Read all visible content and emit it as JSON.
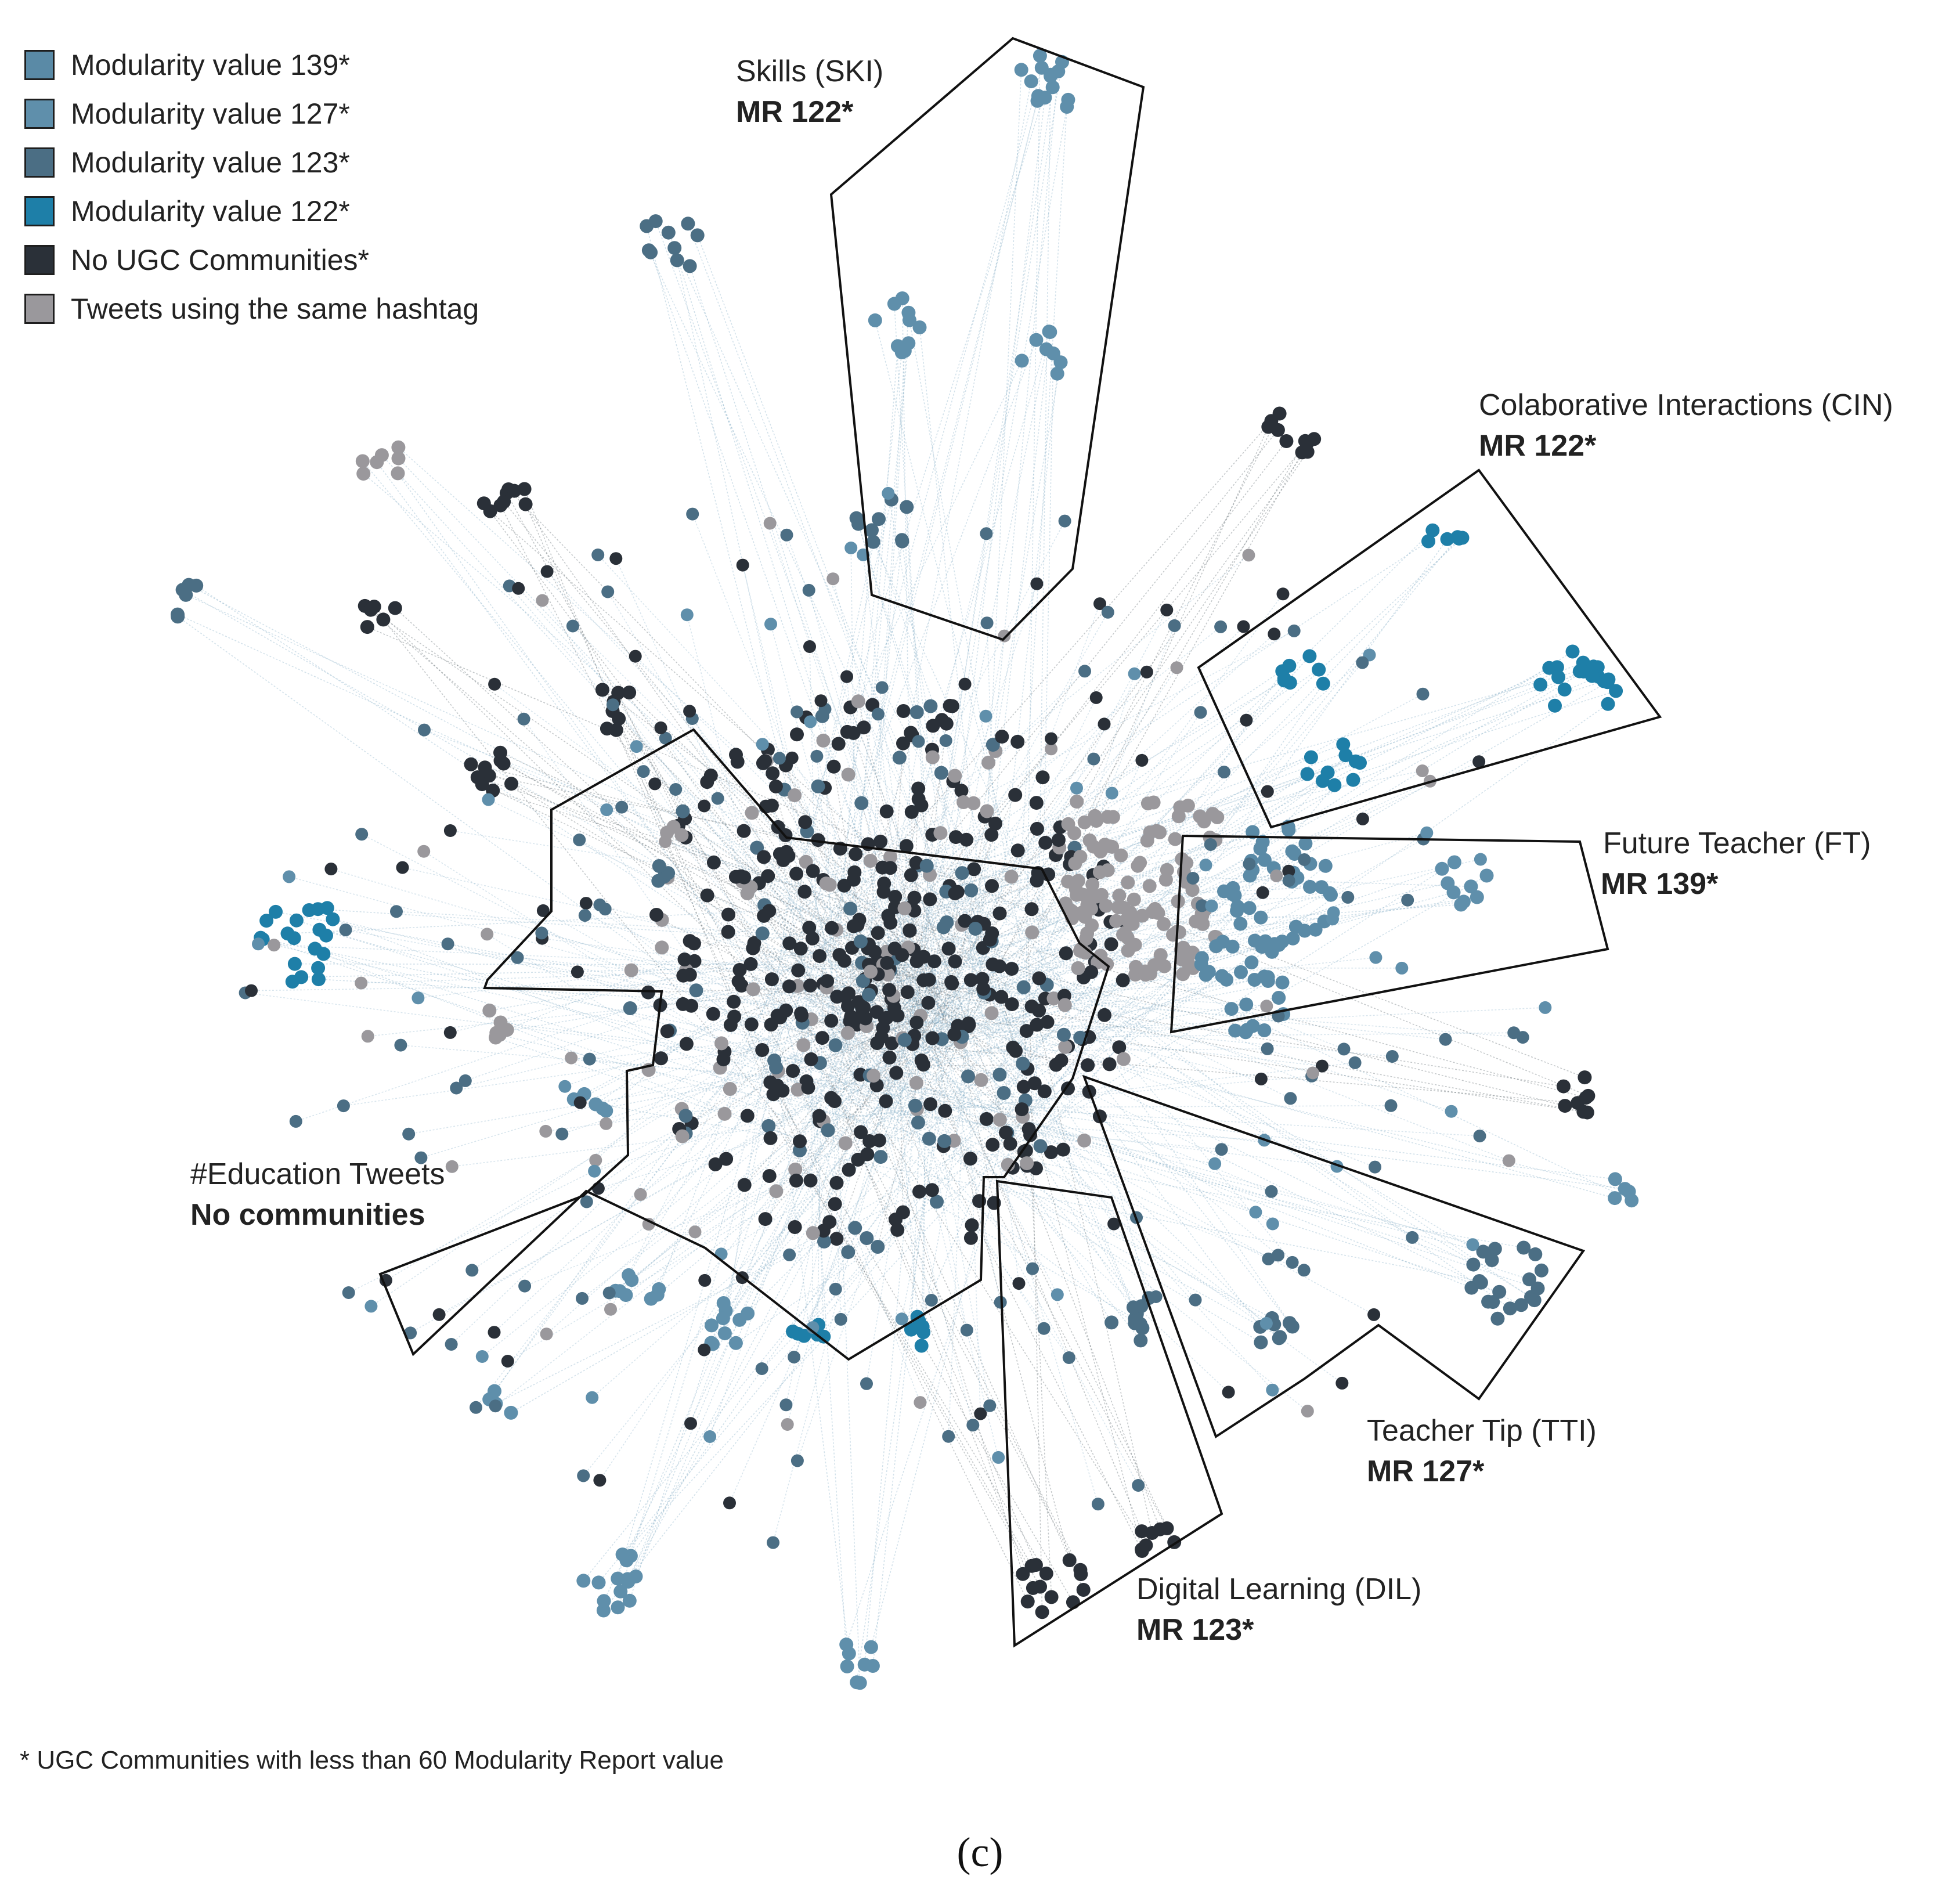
{
  "legend": [
    {
      "label": "Modularity value 139*",
      "color": "#5a8aa6"
    },
    {
      "label": "Modularity value 127*",
      "color": "#5f8fab"
    },
    {
      "label": "Modularity value 123*",
      "color": "#4b6e84"
    },
    {
      "label": "Modularity value 122*",
      "color": "#1e7fa8"
    },
    {
      "label": "No UGC Communities*",
      "color": "#2a3038"
    },
    {
      "label": "Tweets using the same hashtag",
      "color": "#9a989c"
    }
  ],
  "communities": {
    "ski": {
      "name": "Skills (SKI)",
      "mr": "MR 122*"
    },
    "cin": {
      "name": "Colaborative Interactions (CIN)",
      "mr": "MR 122*"
    },
    "ft": {
      "name": "Future Teacher (FT)",
      "mr": "MR 139*"
    },
    "edu": {
      "name": "#Education Tweets",
      "mr": "No communities"
    },
    "tti": {
      "name": "Teacher Tip (TTI)",
      "mr": "MR 127*"
    },
    "dil": {
      "name": "Digital Learning (DIL)",
      "mr": "MR 123*"
    }
  },
  "footnote": "* UGC Communities with less than 60 Modularity Report value",
  "caption": "(c)",
  "colors": {
    "none": "#2a3038",
    "hashtag": "#9a989c",
    "mv139": "#5a8aa6",
    "mv127": "#5f8fab",
    "mv123": "#4b6e84",
    "mv122": "#1e7fa8",
    "edge": "#7fa8c4",
    "outline": "#111111"
  }
}
